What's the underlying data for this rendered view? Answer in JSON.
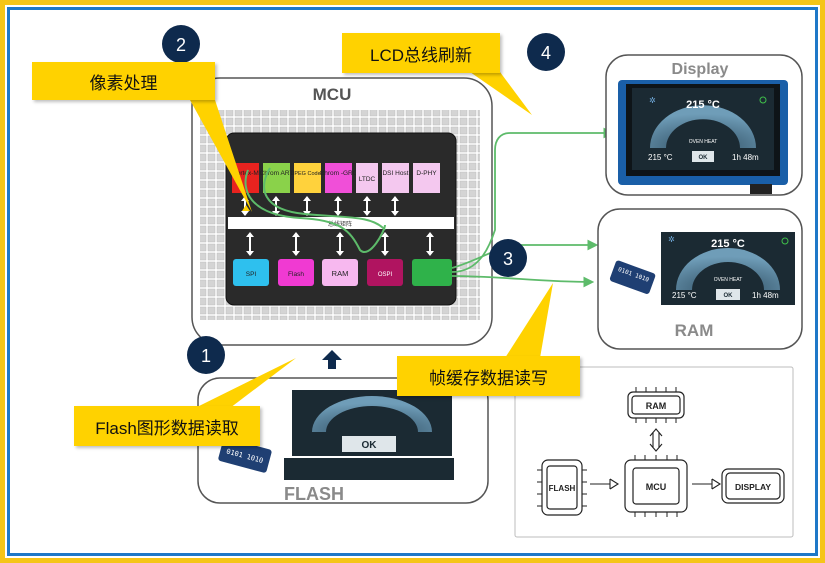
{
  "callouts": {
    "pixel": "像素处理",
    "lcd": "LCD总线刷新",
    "framebuffer": "帧缓存数据读写",
    "flash": "Flash图形数据读取"
  },
  "steps": [
    "1",
    "2",
    "3",
    "4"
  ],
  "mcu": {
    "title": "MCU",
    "bus": "总线矩阵",
    "top_blocks": [
      "Cortex-M",
      "Chrom ART",
      "JPEG Codec",
      "Chrom -GRC",
      "LTDC",
      "DSI Host",
      "D-PHY"
    ],
    "bottom_blocks": [
      "SPI",
      "Flash",
      "RAM",
      "OSPI"
    ]
  },
  "display": {
    "title": "Display",
    "temp": "215 °C",
    "mode": "OVEN HEAT",
    "left_temp": "215 °C",
    "ok": "OK",
    "time": "1h 48m"
  },
  "ram": {
    "title": "RAM",
    "chip_text": "0101 1010",
    "temp": "215 °C",
    "mode": "OVEN HEAT",
    "left_temp": "215 °C",
    "ok": "OK",
    "time": "1h 48m"
  },
  "flash": {
    "title": "FLASH",
    "chip_text": "0101 1010",
    "ok": "OK"
  },
  "block_diagram": {
    "ram": "RAM",
    "flash": "FLASH",
    "mcu": "MCU",
    "display": "DISPLAY"
  },
  "colors": {
    "frame_outer": "#f5c518",
    "frame_inner": "#1e78c8",
    "callout": "#ffd200",
    "step_badge": "#0e2a4d",
    "green_line": "#5dbb6a",
    "board_blue": "#1a5fa8"
  }
}
